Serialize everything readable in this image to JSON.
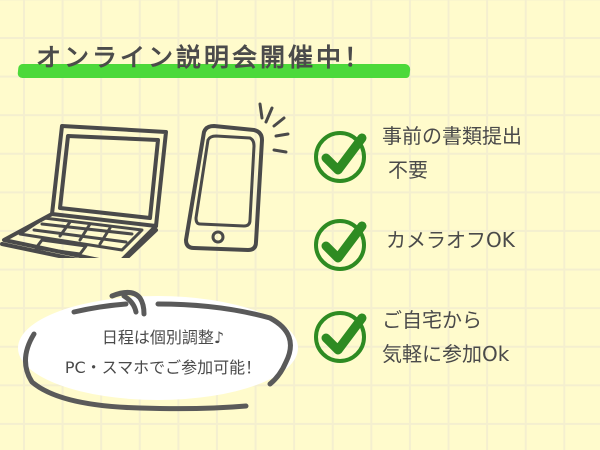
{
  "title": "オンライン説明会開催中！",
  "colors": {
    "background": "#fffbcc",
    "grid_line": "#f4efcf",
    "highlight": "#4cd93a",
    "check_green": "#2e8b22",
    "text": "#4a4a4a"
  },
  "illustrations": {
    "laptop": "laptop-icon",
    "smartphone": "smartphone-icon"
  },
  "features": [
    {
      "icon": "check-circle-icon",
      "line1": "事前の書類提出",
      "line2": "不要"
    },
    {
      "icon": "check-circle-icon",
      "line1": "カメラオフOK",
      "line2": ""
    },
    {
      "icon": "check-circle-icon",
      "line1": "ご自宅から",
      "line2": "気軽に参加Ok"
    }
  ],
  "bubble": {
    "line1": "日程は個別調整♪",
    "line2": "PC・スマホでご参加可能！"
  }
}
